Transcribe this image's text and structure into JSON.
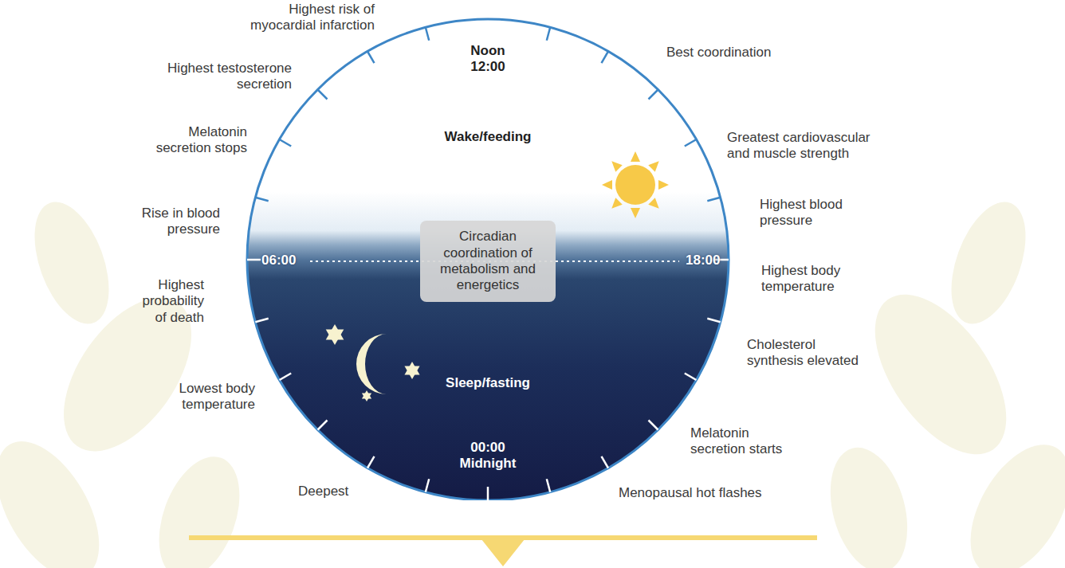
{
  "diagram": {
    "nodes": [
      {
        "text": [
          "Noon 12:00",
          "Wake/feeding",
          "06:00",
          "18:00",
          "Sleep/fasting",
          "00:00 Midnight"
        ]
      },
      {
        "text": [
          "Circadian coordination of metabolism and energetics"
        ],
        "in": 0
      }
    ],
    "labels": [
      "Highest risk of myocardial infarction",
      "Highest testosterone secretion",
      "Melatonin secretion stops",
      "Rise in blood pressure",
      "Highest probability of death",
      "Lowest body temperature",
      "Deepest",
      "Best coordination",
      "Greatest cardiovascular and muscle strength",
      "Highest blood pressure",
      "Highest body temperature",
      "Cholesterol synthesis elevated",
      "Melatonin secretion starts",
      "Menopausal hot flashes"
    ]
  }
}
